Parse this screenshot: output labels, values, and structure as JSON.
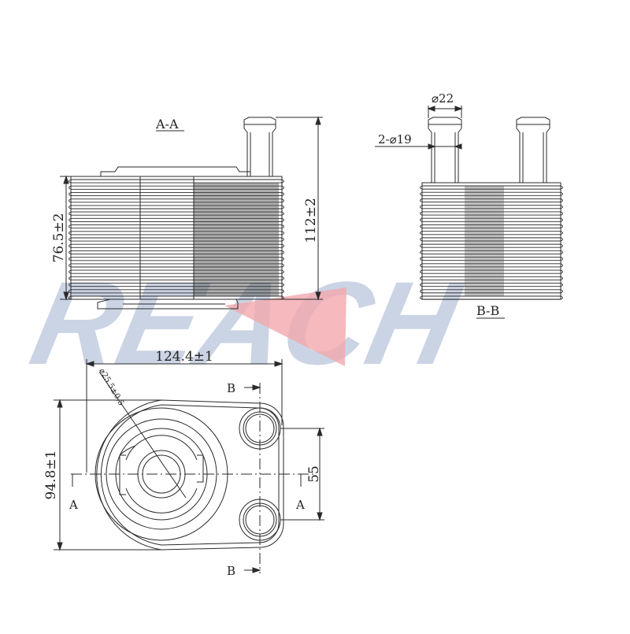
{
  "watermark": {
    "text": "REACH",
    "color": "#b9c6dc",
    "accent": "#f0a0a8"
  },
  "section_aa": {
    "label": "A-A",
    "height_dim": "76.5±2",
    "overall_dim": "112±2"
  },
  "section_bb": {
    "label": "B-B",
    "pipe_outer_dim": "⌀22",
    "pipe_inner_dim": "2-⌀19"
  },
  "plan_view": {
    "width_dim": "124.4±1",
    "height_dim": "94.8±1",
    "pitch_dim": "55",
    "bore_dim": "⌀25.5±0.5",
    "cut_a_left": "A",
    "cut_a_right": "A",
    "cut_b_top": "B",
    "cut_b_bottom": "B"
  },
  "colors": {
    "line": "#2a2a2a",
    "fin_dark": "#555555"
  }
}
